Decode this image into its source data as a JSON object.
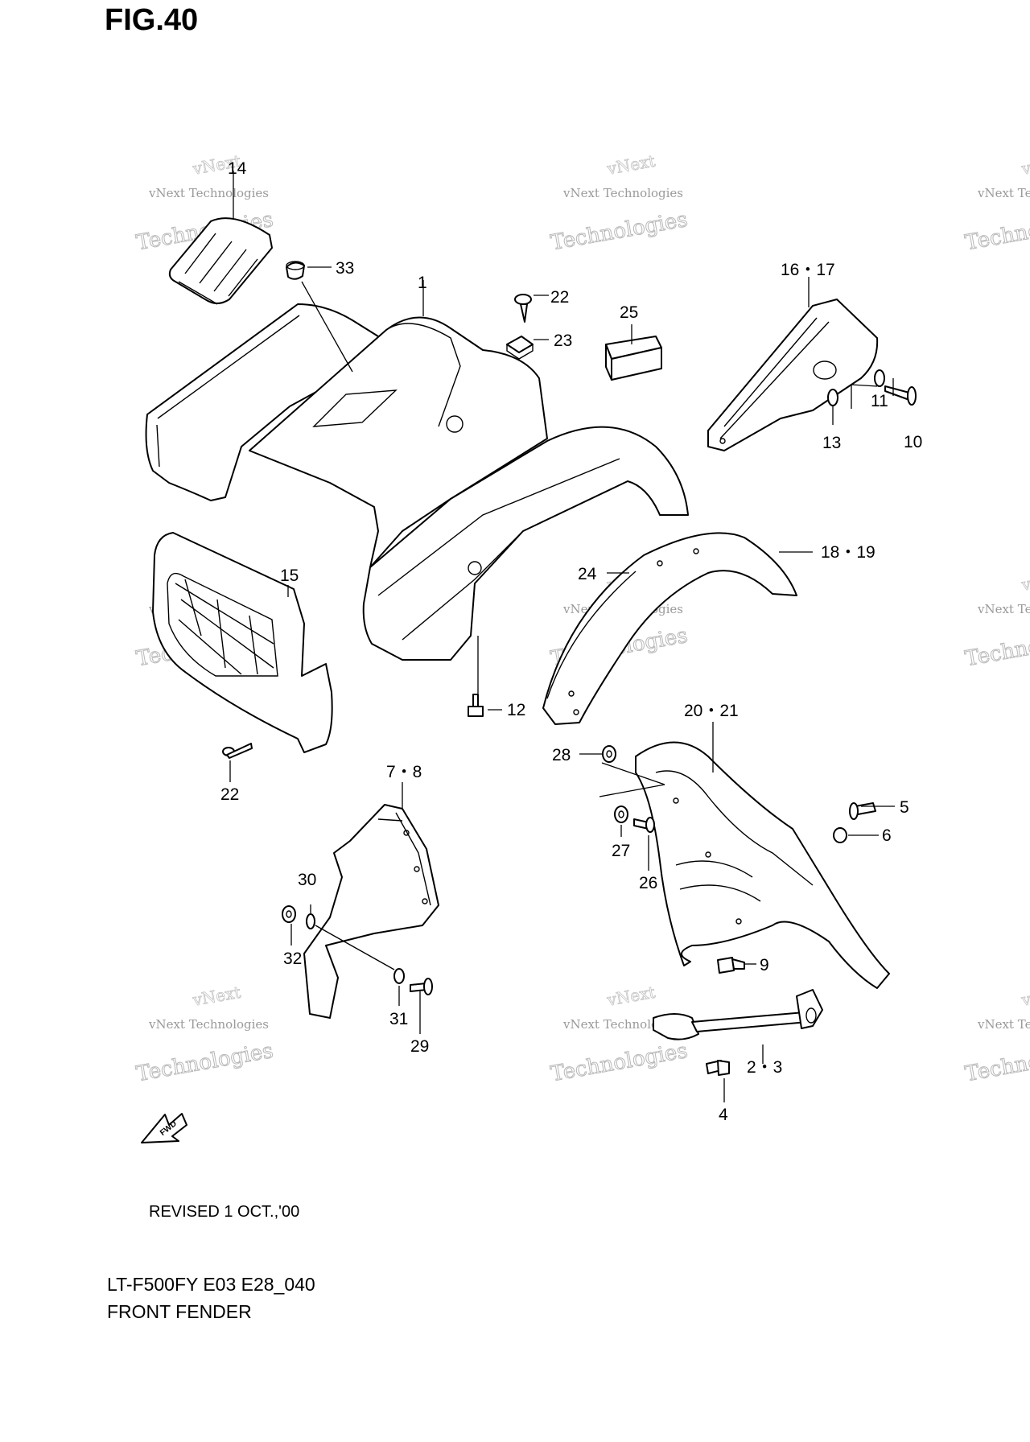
{
  "figure_label": "FIG.40",
  "revision_note": "REVISED 1 OCT.,'00",
  "model_code": "LT-F500FY E03 E28_040",
  "section_title": "FRONT FENDER",
  "watermark": {
    "line1": "vNext Technologies",
    "line2": "Technologies",
    "line3": "vNext"
  },
  "fwd_label": "FWD",
  "callouts": {
    "p14": "14",
    "p33": "33",
    "p1": "1",
    "p22a": "22",
    "p23": "23",
    "p25": "25",
    "p16_17": "16・17",
    "p13": "13",
    "p11": "11",
    "p10": "10",
    "p15": "15",
    "p24": "24",
    "p18_19": "18・19",
    "p12": "12",
    "p22b": "22",
    "p7_8": "7・8",
    "p20_21": "20・21",
    "p28": "28",
    "p5": "5",
    "p6": "6",
    "p27": "27",
    "p26": "26",
    "p30": "30",
    "p32": "32",
    "p9": "9",
    "p31": "31",
    "p29": "29",
    "p2_3": "2・3",
    "p4": "4"
  }
}
